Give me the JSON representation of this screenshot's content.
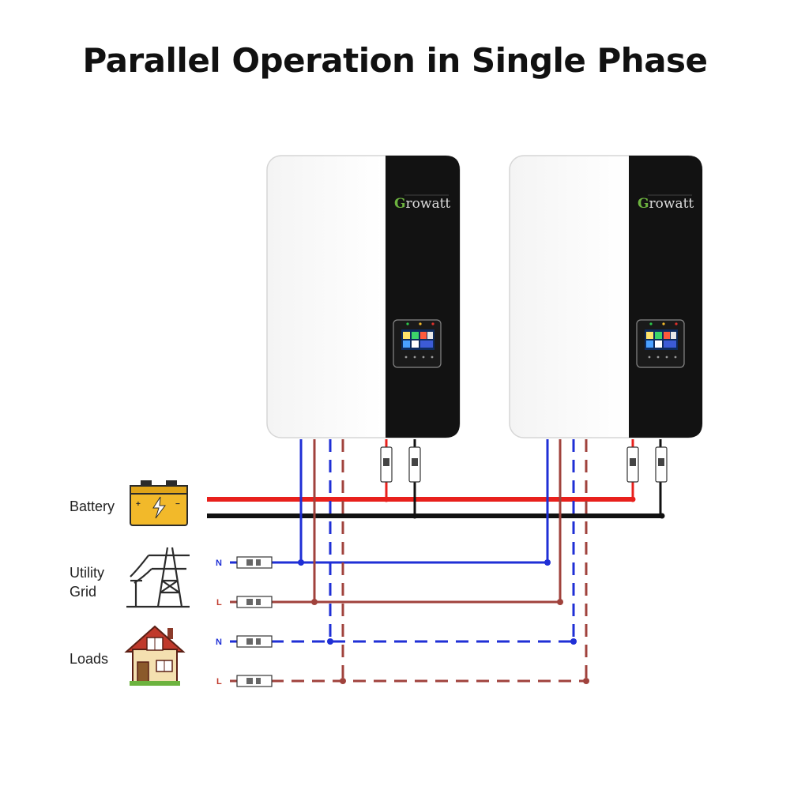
{
  "title": "Parallel Operation in Single Phase",
  "inverters": [
    {
      "brand": "Growatt",
      "brand_initial": "G",
      "brand_rest": "rowatt"
    },
    {
      "brand": "Growatt",
      "brand_initial": "G",
      "brand_rest": "rowatt"
    }
  ],
  "sources": {
    "battery": "Battery",
    "utility_line1": "Utility",
    "utility_line2": "Grid",
    "loads": "Loads"
  },
  "line_labels": {
    "grid_n": "N",
    "grid_l": "L",
    "load_n": "N",
    "load_l": "L"
  },
  "colors": {
    "battery_positive": "#e8201c",
    "battery_negative": "#111111",
    "neutral": "#1f2fd6",
    "line": "#a0423c",
    "brand_green": "#6db33f",
    "panel_black": "#121212"
  },
  "icons": [
    "battery-icon",
    "utility-pole-icon",
    "house-icon",
    "breaker-icon"
  ]
}
